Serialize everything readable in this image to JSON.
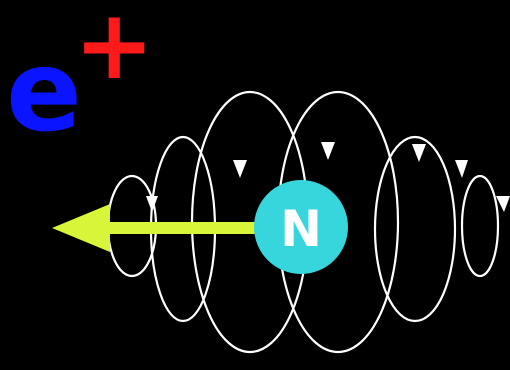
{
  "particle": {
    "symbol": "e",
    "charge": "+",
    "symbol_color": "#0a14ff",
    "charge_color": "#ff1a1a"
  },
  "nucleus": {
    "label": "N",
    "fill_color": "#36d6dc",
    "text_color": "#ffffff"
  },
  "arrow": {
    "direction": "left",
    "color": "#d8f53a"
  },
  "field_lines": {
    "color": "#ffffff",
    "direction_arrow_color": "#ffffff"
  },
  "background_color": "#000000"
}
